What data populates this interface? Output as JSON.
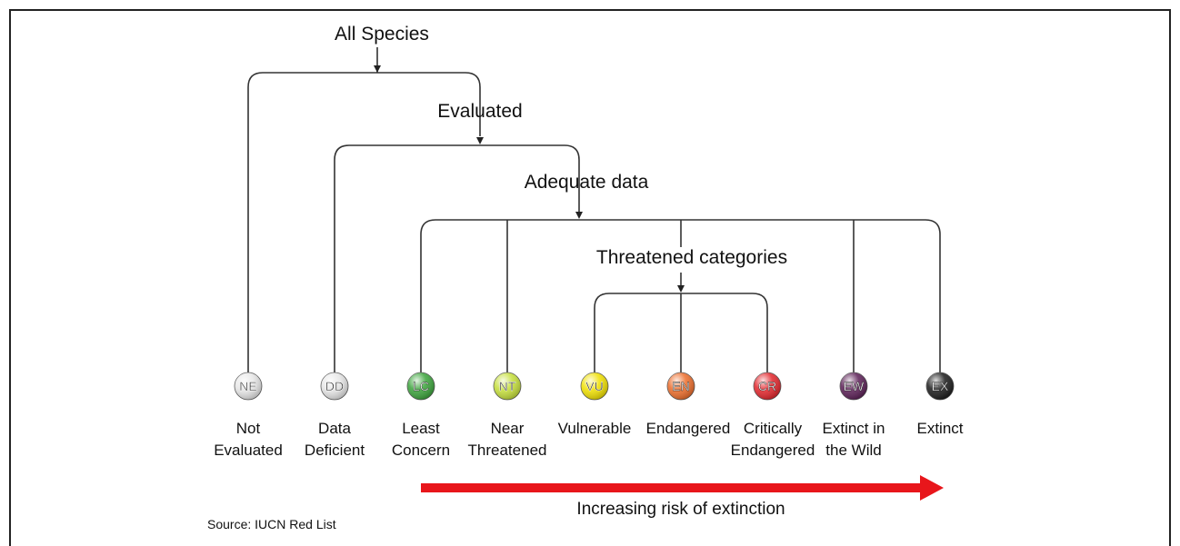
{
  "headings": {
    "all_species": "All Species",
    "evaluated": "Evaluated",
    "adequate_data": "Adequate data",
    "threatened": "Threatened categories"
  },
  "categories": [
    {
      "code": "NE",
      "line1": "Not",
      "line2": "Evaluated",
      "color": "#e6e6e6"
    },
    {
      "code": "DD",
      "line1": "Data",
      "line2": "Deficient",
      "color": "#e6e6e6"
    },
    {
      "code": "LC",
      "line1": "Least",
      "line2": "Concern",
      "color": "#3aa33a"
    },
    {
      "code": "NT",
      "line1": "Near",
      "line2": "Threatened",
      "color": "#c5df3a"
    },
    {
      "code": "VU",
      "line1": "Vulnerable",
      "line2": "",
      "color": "#f0e000"
    },
    {
      "code": "EN",
      "line1": "Endangered",
      "line2": "",
      "color": "#ec6c2a"
    },
    {
      "code": "CR",
      "line1": "Critically",
      "line2": "Endangered",
      "color": "#e2252b"
    },
    {
      "code": "EW",
      "line1": "Extinct in",
      "line2": "the Wild",
      "color": "#5a1e55"
    },
    {
      "code": "EX",
      "line1": "Extinct",
      "line2": "",
      "color": "#1a1a1a"
    }
  ],
  "arrow_label": "Increasing risk of extinction",
  "arrow_color": "#e8161b",
  "source": "Source: IUCN Red List"
}
